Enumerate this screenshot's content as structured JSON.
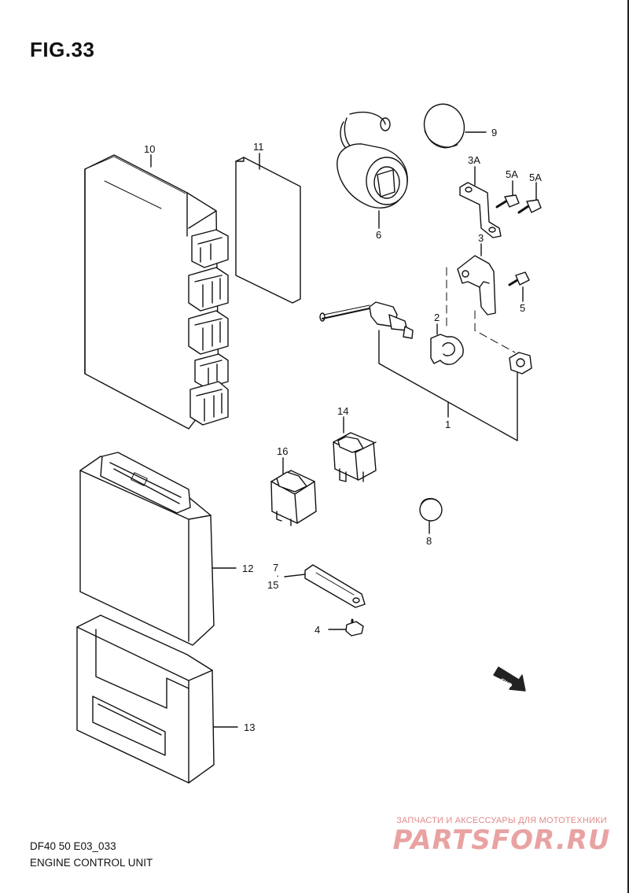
{
  "figure": {
    "title": "FIG.33"
  },
  "parts": {
    "p1": "1",
    "p2": "2",
    "p3": "3",
    "p3a": "3A",
    "p4": "4",
    "p5": "5",
    "p5a_1": "5A",
    "p5a_2": "5A",
    "p6": "6",
    "p7": "7",
    "p8": "8",
    "p9": "9",
    "p10": "10",
    "p11": "11",
    "p12": "12",
    "p13": "13",
    "p14": "14",
    "p15": "15",
    "p16": "16"
  },
  "fwd_mark": "FWD",
  "footer": {
    "model_code": "DF40 50 E03_033",
    "caption": "ENGINE CONTROL UNIT"
  },
  "watermark": {
    "top_text": "ЗАПЧАСТИ И АКСЕССУАРЫ ДЛЯ МОТОТЕХНИКИ",
    "logo_text": "PARTSFOR.RU"
  }
}
